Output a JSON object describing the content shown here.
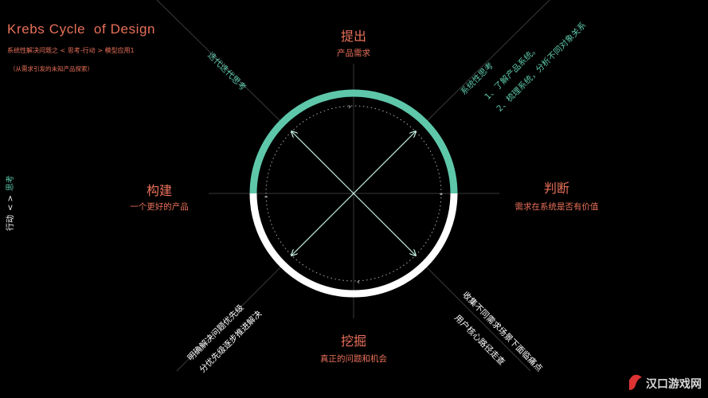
{
  "header": {
    "title": "Krebs Cycle  of Design",
    "subtitle": "系统性解决问题之 < 思考-行动 > 模型应用1",
    "note": "（从需求引发的未知产品探索）"
  },
  "side_axis": {
    "think": "思考",
    "separator": "< >",
    "act": "行动"
  },
  "nodes": {
    "top": {
      "title": "提出",
      "subtitle": "产品需求"
    },
    "right": {
      "title": "判断",
      "subtitle": "需求在系统是否有价值"
    },
    "bottom": {
      "title": "挖掘",
      "subtitle": "真正的问题和机会"
    },
    "left": {
      "title": "构建",
      "subtitle": "一个更好的产品"
    }
  },
  "diagonals": {
    "top_left": "迭代迭代思考",
    "top_right": {
      "line1": "系统性思考",
      "line2": "1、了解产品系统。",
      "line3": "2、梳理系统，分析不同对象关系"
    },
    "bottom_left": {
      "line1": "明确解决问题优先级",
      "line2": "分优先级逐步推进解决"
    },
    "bottom_right": {
      "line1": "收集不同需求场景下面临痛点",
      "line2": "用户核心路径走查"
    }
  },
  "colors": {
    "accent_orange": "#e9705a",
    "accent_green": "#5ec7aa",
    "ring_white": "#ffffff",
    "background": "#000000"
  },
  "watermark": {
    "text": "汉口游戏网",
    "icon": "logo-mark"
  }
}
